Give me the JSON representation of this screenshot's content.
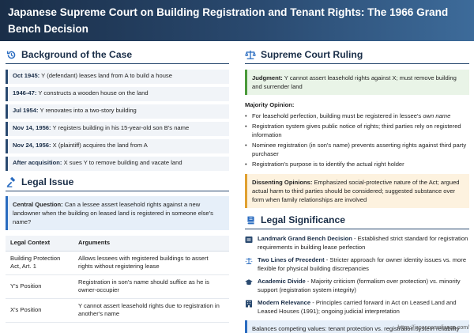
{
  "header": {
    "title": "Japanese Supreme Court on Building Registration and Tenant Rights: The 1966 Grand Bench Decision"
  },
  "background": {
    "title": "Background of the Case",
    "timeline": [
      {
        "date": "Oct 1945:",
        "text": " Y (defendant) leases land from A to build a house"
      },
      {
        "date": "1946-47:",
        "text": " Y constructs a wooden house on the land"
      },
      {
        "date": "Jul 1954:",
        "text": " Y renovates into a two-story building"
      },
      {
        "date": "Nov 14, 1956:",
        "text": " Y registers building in his 15-year-old son B's name"
      },
      {
        "date": "Nov 24, 1956:",
        "text": " X (plaintiff) acquires the land from A"
      },
      {
        "date": "After acquisition:",
        "text": " X sues Y to remove building and vacate land"
      }
    ]
  },
  "legal_issue": {
    "title": "Legal Issue",
    "central_label": "Central Question:",
    "central_text": " Can a lessee assert leasehold rights against a new landowner when the building on leased land is registered in someone else's name?",
    "table": {
      "headers": [
        "Legal Context",
        "Arguments"
      ],
      "rows": [
        [
          "Building Protection Act, Art. 1",
          "Allows lessees with registered buildings to assert rights without registering lease"
        ],
        [
          "Y's Position",
          "Registration in son's name should suffice as he is owner-occupier"
        ],
        [
          "X's Position",
          "Y cannot assert leasehold rights due to registration in another's name"
        ]
      ]
    }
  },
  "ruling": {
    "title": "Supreme Court Ruling",
    "judgment_label": "Judgment:",
    "judgment_text": " Y cannot assert leasehold rights against X; must remove building and surrender land",
    "majority_label": "Majority Opinion:",
    "majority": [
      {
        "text": "For leasehold perfection, building must be registered in lessee's ",
        "em": "own name"
      },
      {
        "text": "Registration system gives public notice of rights; third parties rely on registered information",
        "em": ""
      },
      {
        "text": "Nominee registration (in son's name) prevents asserting rights against third party purchaser",
        "em": ""
      },
      {
        "text": "Registration's purpose is to identify the actual right holder",
        "em": ""
      }
    ],
    "dissent_label": "Dissenting Opinions:",
    "dissent_text": " Emphasized social-protective nature of the Act; argued actual harm to third parties should be considered; suggested substance over form when family relationships are involved"
  },
  "significance": {
    "title": "Legal Significance",
    "items": [
      {
        "icon": "landmark-icon",
        "label": "Landmark Grand Bench Decision",
        "text": " - Established strict standard for registration requirements in building lease perfection"
      },
      {
        "icon": "scale-icon",
        "label": "Two Lines of Precedent",
        "text": " - Stricter approach for owner identity issues vs. more flexible for physical building discrepancies"
      },
      {
        "icon": "academic-icon",
        "label": "Academic Divide",
        "text": " - Majority criticism (formalism over protection) vs. minority support (registration system integrity)"
      },
      {
        "icon": "building-icon",
        "label": "Modern Relevance",
        "text": " - Principles carried forward in Act on Leased Land and Leased Houses (1991); ongoing judicial interpretation"
      }
    ],
    "summary": "Balances competing values: tenant protection vs. registration system reliability in property transactions"
  },
  "footer": {
    "url": "https://japancompliance.com/"
  }
}
